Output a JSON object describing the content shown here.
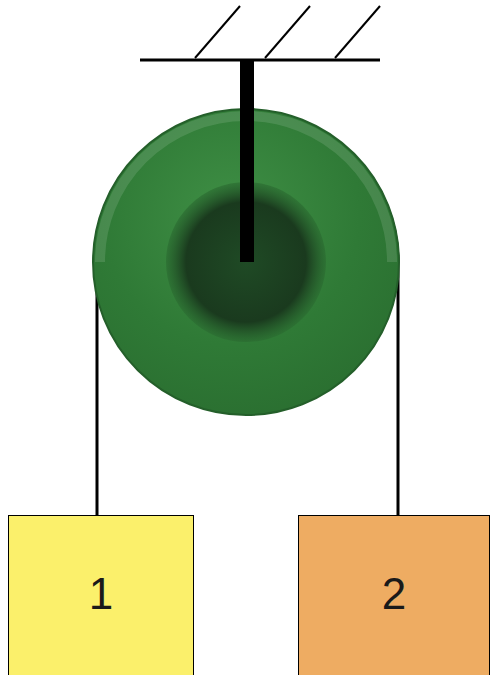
{
  "diagram": {
    "nodes": [
      {
        "text": [
          "1"
        ]
      },
      {
        "text": [
          "2"
        ]
      }
    ],
    "edges": [
      {
        "from": 0,
        "to": 1,
        "arrow": "none"
      }
    ]
  }
}
